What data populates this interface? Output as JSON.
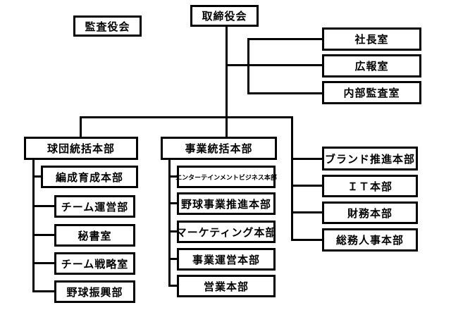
{
  "colors": {
    "background": "#ffffff",
    "line": "#000000",
    "box_fill": "#ffffff",
    "text": "#000000"
  },
  "nodes": {
    "audit_board": "監査役会",
    "board_of_directors": "取締役会",
    "presidents_office": "社長室",
    "pr_office": "広報室",
    "internal_audit_office": "内部監査室",
    "team_general_hq": "球団統括本部",
    "business_general_hq": "事業統括本部",
    "roster_development_hq": "編成育成本部",
    "team_operations_dept": "チーム運営部",
    "secretarial_office": "秘書室",
    "team_strategy_office": "チーム戦略室",
    "baseball_promotion_dept": "野球振興部",
    "entertainment_business_hq": "エンターテインメントビジネス本部",
    "baseball_business_promotion_hq": "野球事業推進本部",
    "marketing_hq": "マーケティング本部",
    "business_operations_hq": "事業運営本部",
    "sales_hq": "営業本部",
    "brand_promotion_hq": "ブランド推進本部",
    "it_hq": "ＩＴ本部",
    "finance_hq": "財務本部",
    "general_affairs_hr_hq": "総務人事本部"
  },
  "structure": {
    "standalone": [
      "監査役会"
    ],
    "取締役会": {
      "direct_offices": [
        "社長室",
        "広報室",
        "内部監査室"
      ],
      "divisions": [
        "球団統括本部",
        "事業統括本部",
        "ブランド推進本部",
        "ＩＴ本部",
        "財務本部",
        "総務人事本部"
      ]
    },
    "球団統括本部": [
      "編成育成本部",
      "チーム運営部",
      "秘書室",
      "チーム戦略室",
      "野球振興部"
    ],
    "事業統括本部": [
      "エンターテインメントビジネス本部",
      "野球事業推進本部",
      "マーケティング本部",
      "事業運営本部",
      "営業本部"
    ]
  }
}
